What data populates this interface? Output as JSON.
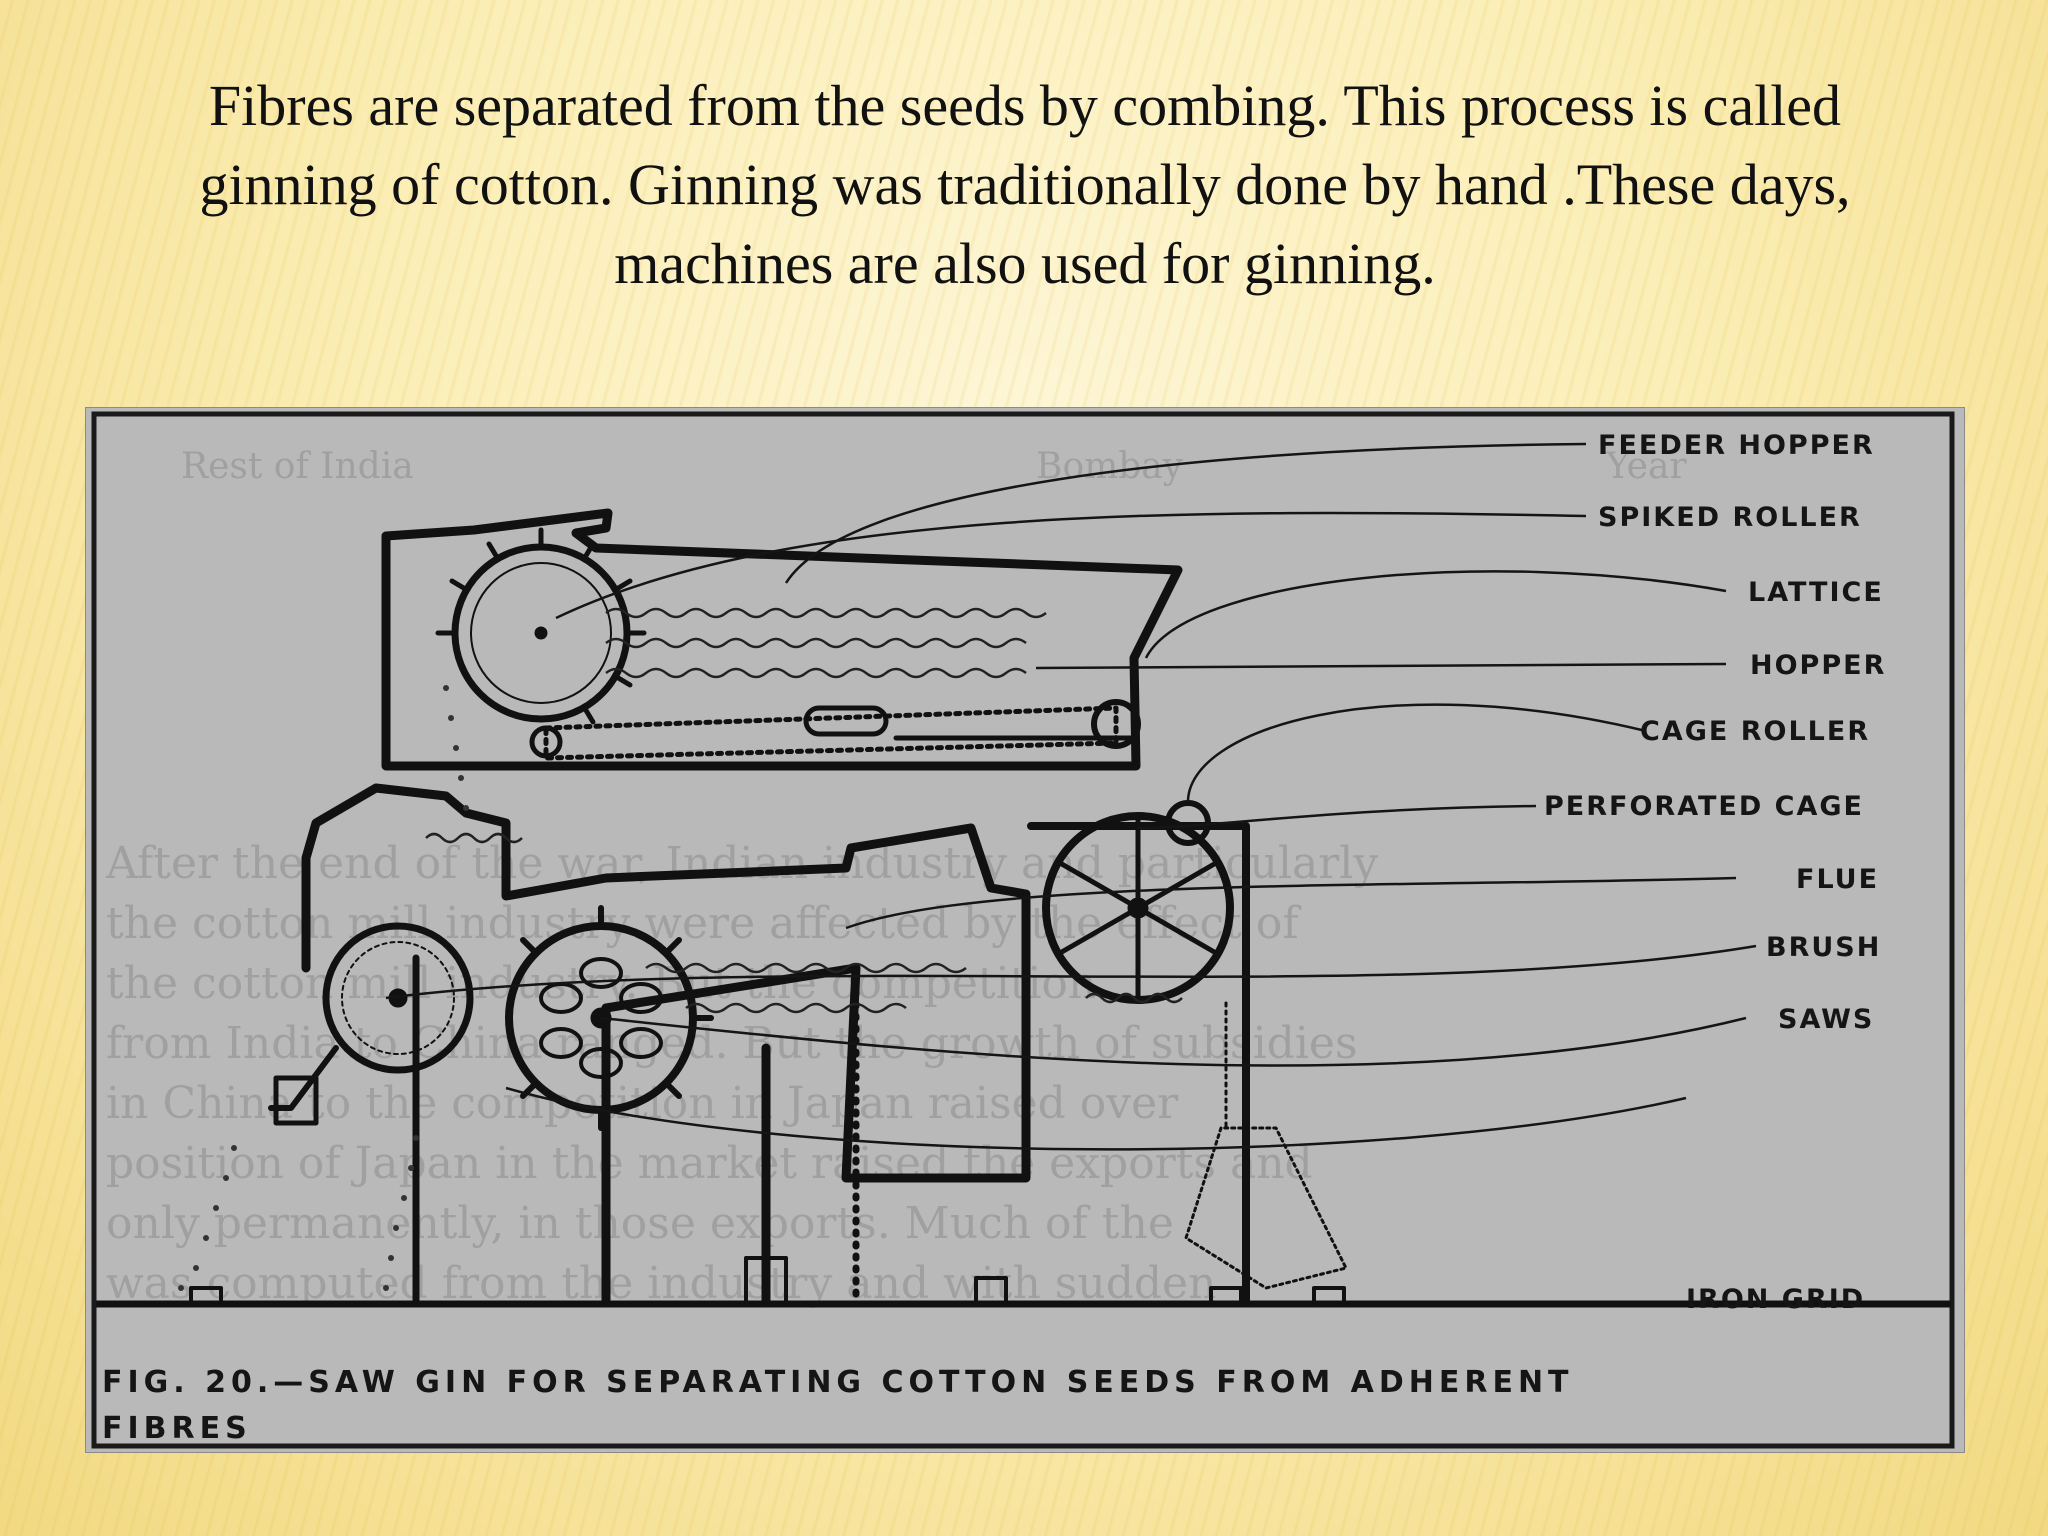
{
  "text": {
    "line1": "Fibres are  separated from the seeds by combing. This process is called",
    "line2": "ginning of cotton. Ginning was traditionally done by hand .These days,",
    "line3": "machines are also used for ginning."
  },
  "figure": {
    "labels": [
      "FEEDER HOPPER",
      "SPIKED ROLLER",
      "LATTICE",
      "HOPPER",
      "CAGE ROLLER",
      "PERFORATED CAGE",
      "FLUE",
      "BRUSH",
      "SAWS",
      "IRON GRID"
    ],
    "caption_line1": "FIG.  20.—SAW  GIN  FOR  SEPARATING  COTTON  SEEDS  FROM  ADHERENT",
    "caption_line2": "FIBRES"
  },
  "colors": {
    "background": "#fbf0c2",
    "figure_background": "#b9b9b9",
    "ink": "#151515"
  }
}
